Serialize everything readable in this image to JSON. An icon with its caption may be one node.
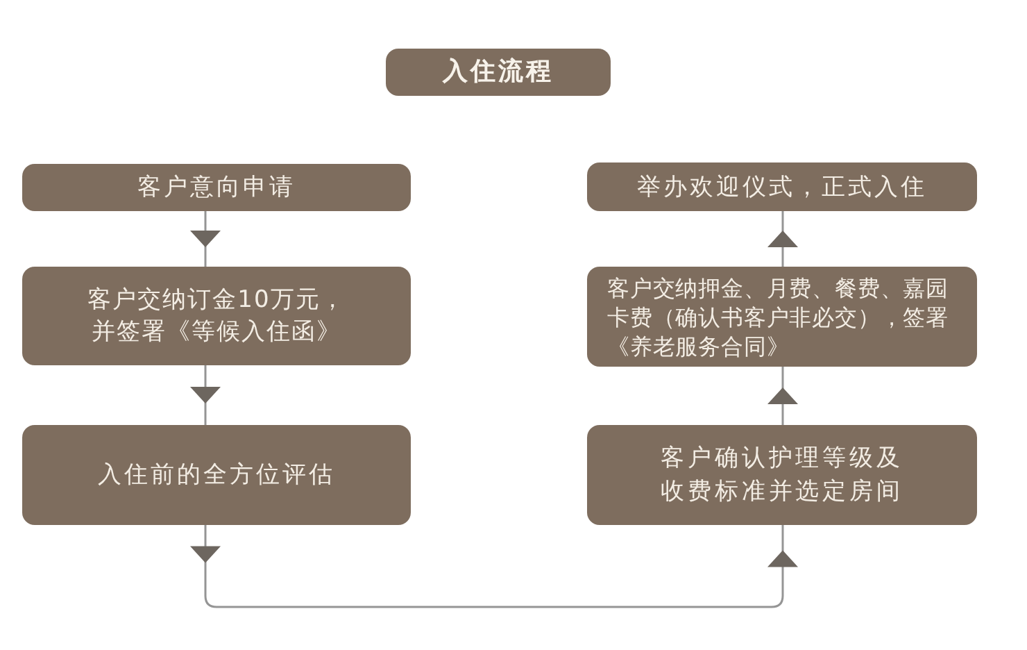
{
  "diagram": {
    "title": "入住流程",
    "nodes": [
      {
        "text": [
          "客户意向申请"
        ]
      },
      {
        "text": [
          "客户交纳订金10万元，并签署《等候入住函》"
        ]
      },
      {
        "text": [
          "入住前的全方位评估"
        ]
      },
      {
        "text": [
          "客户确认护理等级及收费标准并选定房间"
        ]
      },
      {
        "text": [
          "客户交纳押金、月费、餐费、嘉园卡费（确认书客户非必交），签署《养老服务合同》"
        ]
      },
      {
        "text": [
          "举办欢迎仪式，正式入住"
        ]
      }
    ],
    "edges": [
      {
        "from": 0,
        "to": 1,
        "arrow": "to"
      },
      {
        "from": 1,
        "to": 2,
        "arrow": "to"
      },
      {
        "from": 2,
        "to": 3,
        "arrow": "to"
      },
      {
        "from": 3,
        "to": 4,
        "arrow": "to"
      },
      {
        "from": 4,
        "to": 5,
        "arrow": "to"
      }
    ]
  }
}
